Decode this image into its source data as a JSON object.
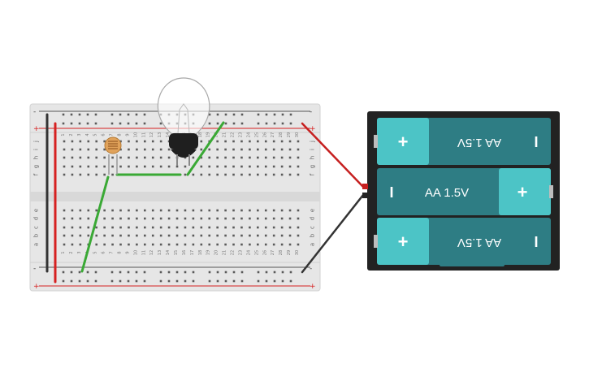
{
  "breadboard": {
    "column_numbers": [
      "1",
      "2",
      "3",
      "4",
      "5",
      "6",
      "7",
      "8",
      "9",
      "10",
      "11",
      "12",
      "13",
      "14",
      "15",
      "16",
      "17",
      "18",
      "19",
      "20",
      "21",
      "22",
      "23",
      "24",
      "25",
      "26",
      "27",
      "28",
      "29",
      "30"
    ],
    "row_letters_top": [
      "j",
      "i",
      "h",
      "g",
      "f"
    ],
    "row_letters_bottom": [
      "e",
      "d",
      "c",
      "b",
      "a"
    ],
    "rail_plus": "+",
    "rail_minus": "-"
  },
  "battery_pack": {
    "cells": [
      {
        "label": "AA 1.5V",
        "plus": "+",
        "minus": "I",
        "flipped": true
      },
      {
        "label": "AA 1.5V",
        "plus": "+",
        "minus": "I",
        "flipped": false
      },
      {
        "label": "AA 1.5V",
        "plus": "+",
        "minus": "I",
        "flipped": true
      }
    ]
  },
  "colors": {
    "wire_green": "#3aa935",
    "wire_red": "#d62020",
    "wire_black": "#333333",
    "battery_body": "#2e7d84",
    "battery_cap": "#4cc4c6",
    "holder": "#222222",
    "breadboard": "#e6e6e6"
  }
}
